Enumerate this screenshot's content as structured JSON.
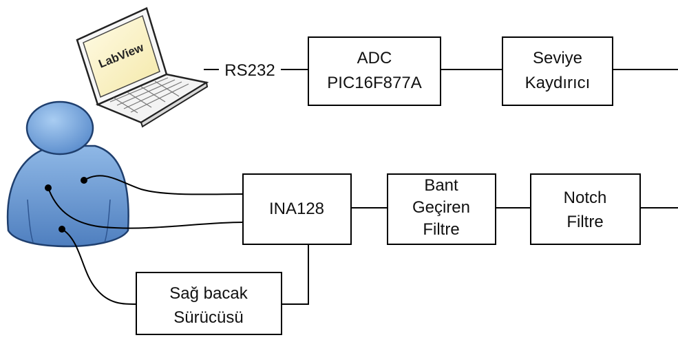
{
  "laptop": {
    "screen_text": "LabView"
  },
  "link_label": "RS232",
  "blocks": {
    "adc": {
      "line1": "ADC",
      "line2": "PIC16F877A"
    },
    "level_shifter": {
      "line1": "Seviye",
      "line2": "Kaydırıcı"
    },
    "ina": {
      "line1": "INA128"
    },
    "bandpass": {
      "line1": "Bant",
      "line2": "Geçiren",
      "line3": "Filtre"
    },
    "notch": {
      "line1": "Notch",
      "line2": "Filtre"
    },
    "right_leg": {
      "line1": "Sağ bacak",
      "line2": "Sürücüsü"
    }
  },
  "colors": {
    "person_fill": "#6f9fd6",
    "person_stroke": "#1f3f6e",
    "laptop_screen": "#fff6cc",
    "laptop_body": "#f5f5f5"
  }
}
